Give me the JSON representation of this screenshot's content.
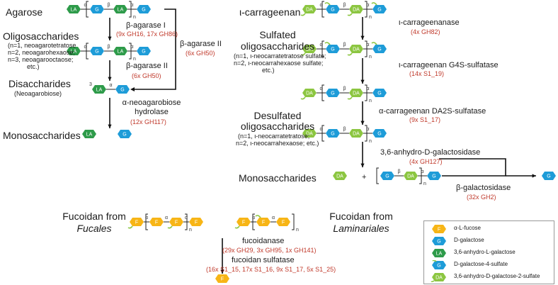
{
  "colors": {
    "la": "#2e9b4a",
    "g": "#1e9cd8",
    "da": "#8cc641",
    "fuc": "#f7b516",
    "sulfate": "#8cc641",
    "red": "#c0392b"
  },
  "agarose": {
    "title": "Agarose",
    "oligo_title": "Oligosaccharides",
    "oligo_note": [
      "(n=1, neoagarotetratose",
      "n=2, neoagarohexaose;",
      "n=3, neoagarooctaose;",
      "etc.)"
    ],
    "di_title": "Disaccharides",
    "di_note": "(Neoagarobiose)",
    "mono_title": "Monosaccharides",
    "enz1_name": "β-agarase I",
    "enz1_fam": "(9x GH16, 17x GH86)",
    "enz2_name": "β-agarase II",
    "enz2_fam": "(6x GH50)",
    "enz3_name": "β-agarase II",
    "enz3_fam": "(6x GH50)",
    "enz4_name": [
      "α-neoagarobiose",
      "hydrolase"
    ],
    "enz4_fam": "(12x GH117)"
  },
  "carrageenan": {
    "title": "ι-carrageenan",
    "sulf_title": [
      "Sulfated",
      "oligosaccharides"
    ],
    "sulf_note": [
      "(n=1, ι-neocarratetratose sulfate;",
      "n=2, ι-neocarrahexaose sulfate;",
      "etc.)"
    ],
    "desulf_title": [
      "Desulfated",
      "oligosaccharides"
    ],
    "desulf_note": [
      "(n=1, ι-neocarratetratose;",
      "n=2, ι-neocarrahexaose; etc.)"
    ],
    "mono_title": "Monosaccharides",
    "plus": "+",
    "enz1_name": "ι-carrageenanase",
    "enz1_fam": "(4x GH82)",
    "enz2_name": "ι-carrageenan G4S-sulfatase",
    "enz2_fam": "(14x S1_19)",
    "enz3_name": "α-carrageenan DA2S-sulfatase",
    "enz3_fam": "(9x S1_17)",
    "enz4_name": "3,6-anhydro-D-galactosidase",
    "enz4_fam": "(4x GH127)",
    "enz5_name": "β-galactosidase",
    "enz5_fam": "(32x GH2)"
  },
  "fucoidan": {
    "fucales_line1": "Fucoidan from",
    "fucales_line2": "Fucales",
    "lam_line1": "Fucoidan from",
    "lam_line2": "Laminariales",
    "enz1_name": "fucoidanase",
    "enz1_fam": "(29x GH29, 3x GH95, 1x GH141)",
    "enz2_name": "fucoidan sulfatase",
    "enz2_fam": "(16x S1_15, 17x S1_16, 9x S1_17, 5x S1_25)"
  },
  "residues": {
    "la": "LA",
    "g": "G",
    "da": "DA",
    "f": "F",
    "alpha": "α",
    "beta": "β",
    "n": "n",
    "num3": "3",
    "num4": "4"
  },
  "legend": {
    "items": [
      {
        "label": "α-L-fucose",
        "icon": "fucose-hexagon"
      },
      {
        "label": "D-galactose",
        "icon": "galactose-hexagon"
      },
      {
        "label": "3,6-anhydro-L-galactose",
        "icon": "anhydro-l-galactose-hexagon"
      },
      {
        "label": "D-galactose-4-sulfate",
        "icon": "galactose-4-sulfate-hexagon"
      },
      {
        "label": "3,6-anhydro-D-galactose-2-sulfate",
        "icon": "anhydro-d-galactose-2-sulfate-hexagon"
      }
    ]
  }
}
